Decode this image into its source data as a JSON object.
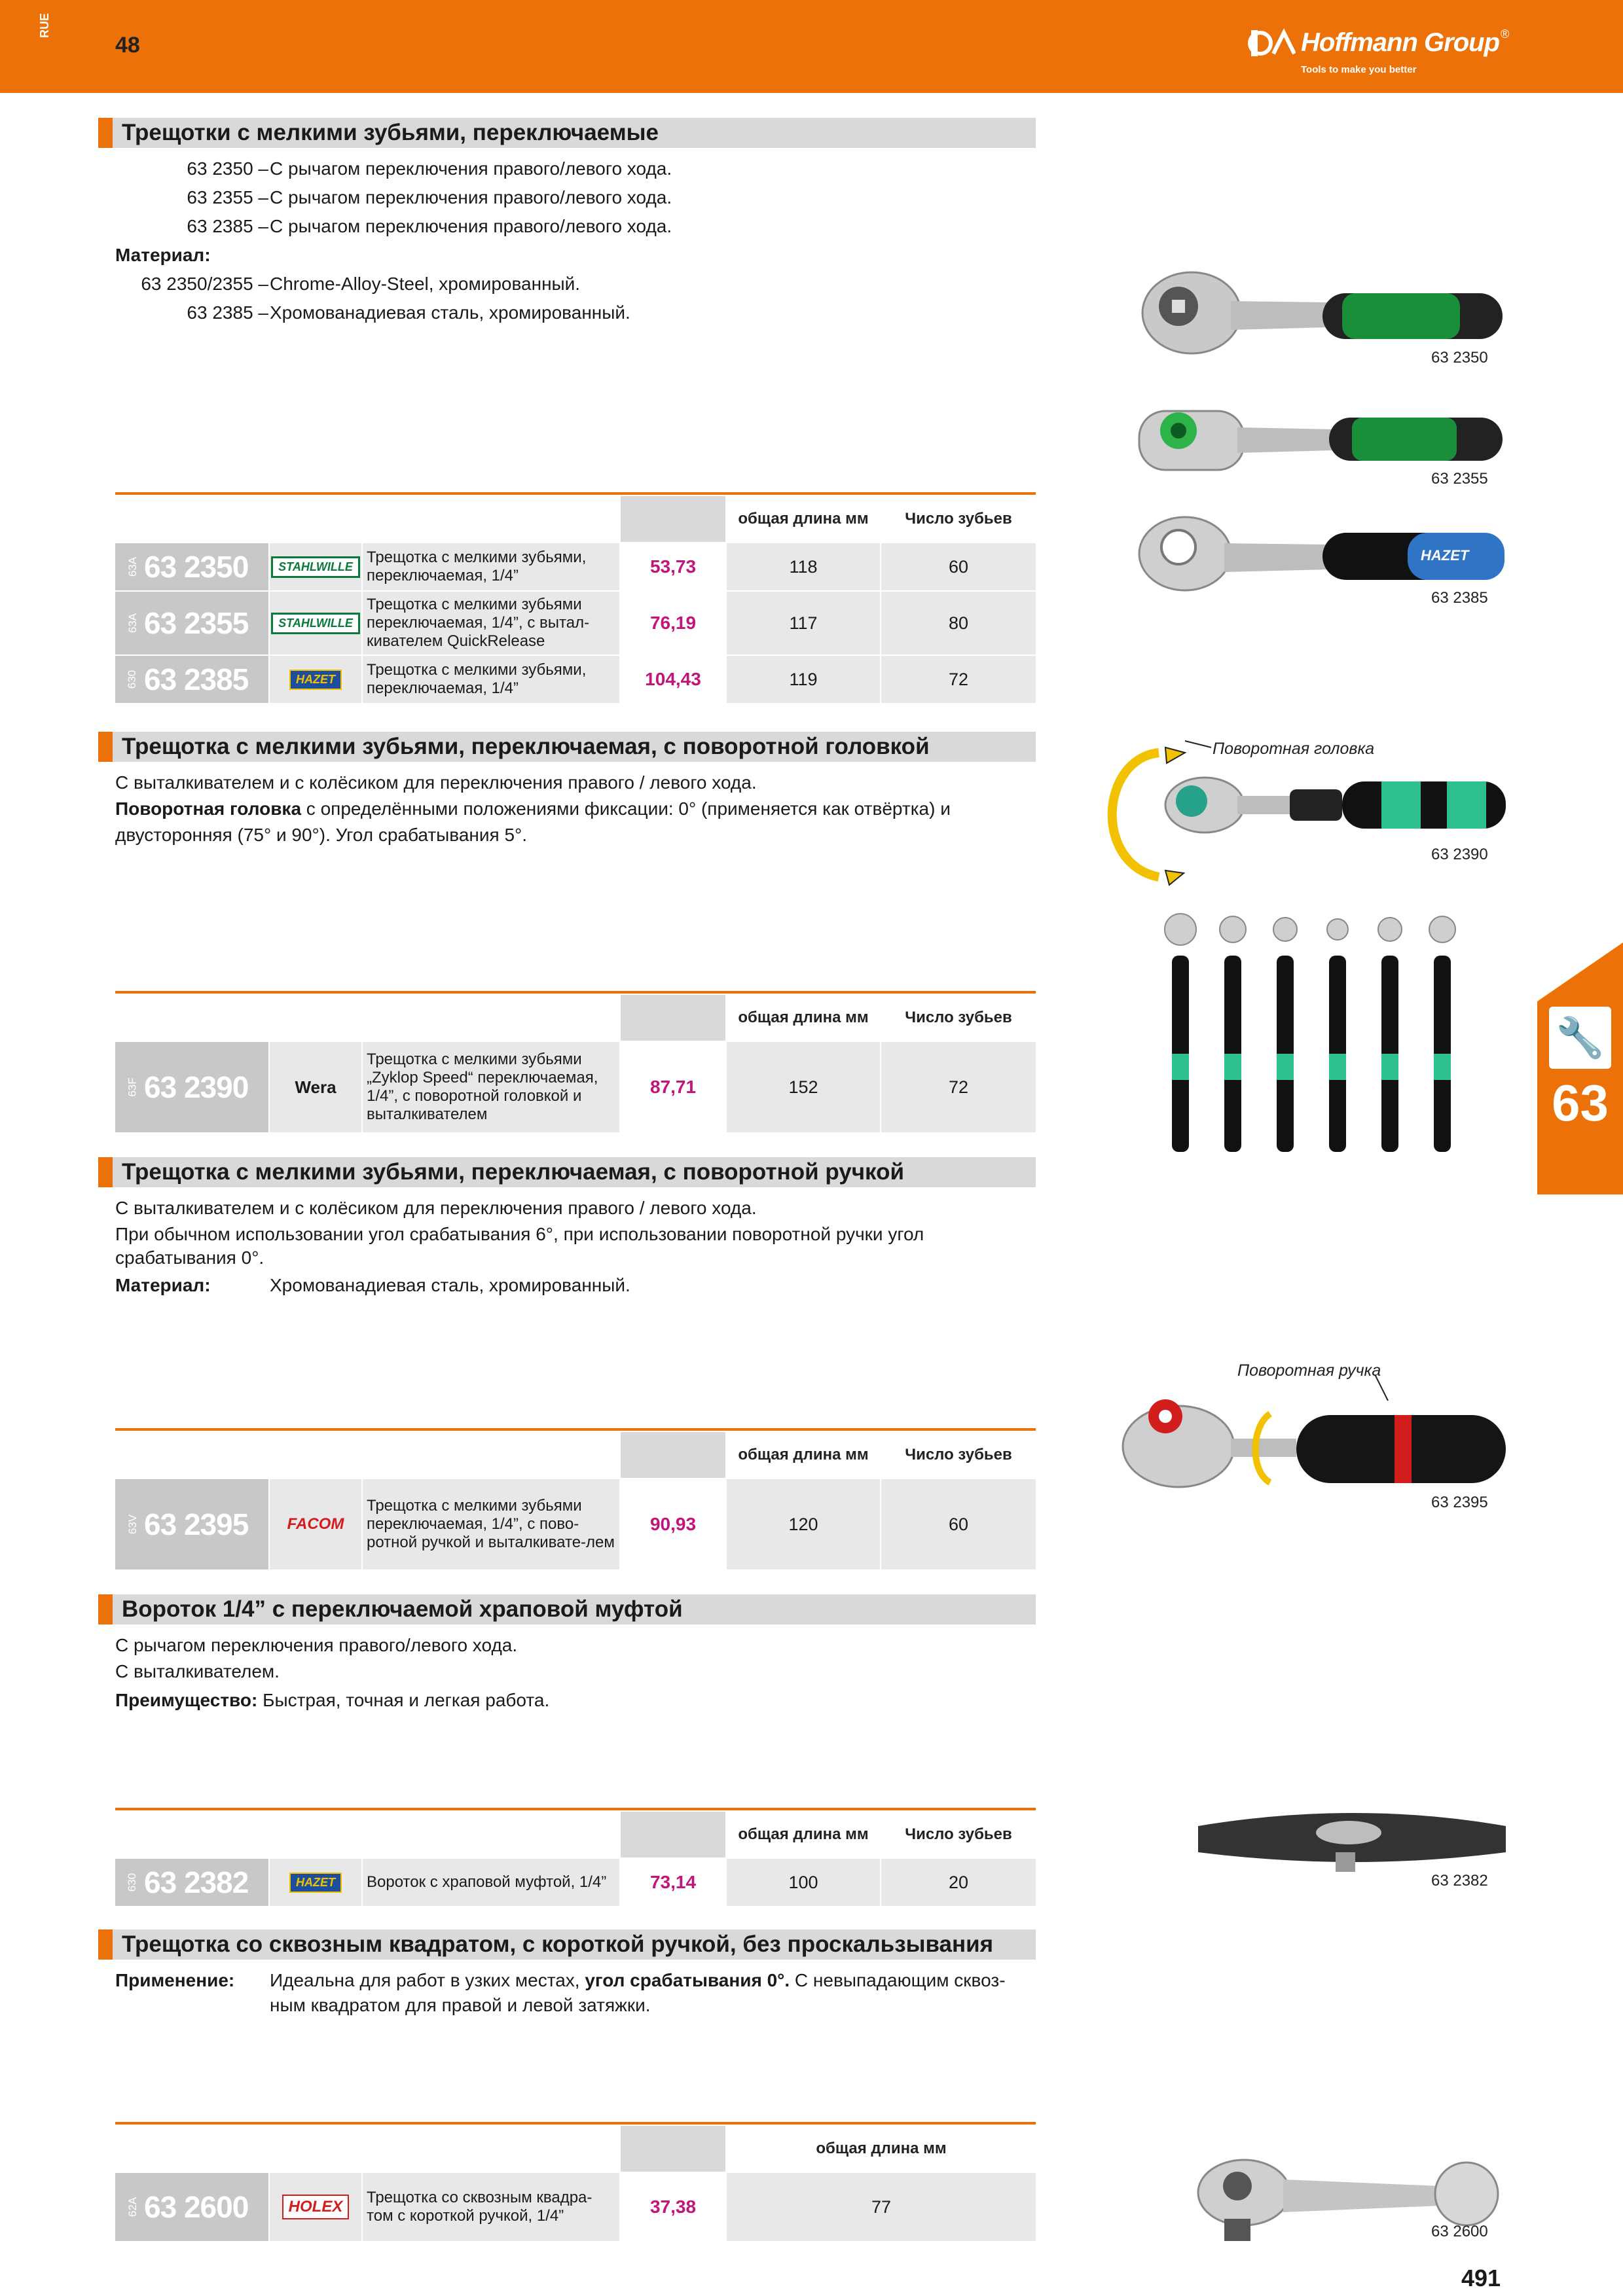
{
  "header": {
    "side_tag": "RUE",
    "page_left": "48",
    "logo_name": "Hoffmann Group",
    "logo_mark": "®",
    "logo_tagline": "Tools to make you better"
  },
  "sections": [
    {
      "title": "Трещотки с мелкими зубьями, переключаемые",
      "lines": [
        [
          "63 2350 –",
          "С рычагом переключения правого/левого хода."
        ],
        [
          "63 2355 –",
          "С рычагом переключения правого/левого хода."
        ],
        [
          "63 2385 –",
          "С рычагом переключения правого/левого хода."
        ]
      ],
      "material_label": "Материал:",
      "material_lines": [
        [
          "63 2350/2355 –",
          "Chrome-Alloy-Steel, хромированный."
        ],
        [
          "63 2385 –",
          "Хромованадиевая сталь, хромированный."
        ]
      ]
    },
    {
      "title": "Трещотка с мелкими зубьями, переключаемая, с поворотной головкой",
      "p1": "С выталкивателем и с колёсиком для переключения правого / левого хода.",
      "p2_bold": "Поворотная головка",
      "p2": " с определёнными положениями фиксации: 0° (применяется как отвёртка) и",
      "p3": "двусторонняя (75° и 90°). Угол срабатывания 5°."
    },
    {
      "title": "Трещотка с мелкими зубьями, переключаемая, с поворотной ручкой",
      "p1": "С выталкивателем и с колёсиком для переключения правого / левого хода.",
      "p2": "При обычном использовании угол срабатывания 6°, при использовании поворотной ручки угол",
      "p3": "срабатывания 0°.",
      "material_label": "Материал:",
      "material": "Хромованадиевая сталь, хромированный."
    },
    {
      "title": "Вороток 1/4” с переключаемой храповой муфтой",
      "p1": "С рычагом переключения правого/левого хода.",
      "p2": "С выталкивателем.",
      "adv_label": "Преимущество:",
      "adv": " Быстрая, точная и легкая работа."
    },
    {
      "title": "Трещотка со сквозным квадратом, с короткой ручкой, без проскальзывания",
      "use_label": "Применение:",
      "use_a": "Идеальна для работ в узких местах, ",
      "use_bold": "угол срабатывания 0°.",
      "use_b": " С невыпадающим сквоз-",
      "use_c": "ным квадратом для правой и левой затяжки."
    }
  ],
  "table_headers": {
    "length": "общая длина мм",
    "teeth": "Число зубьев"
  },
  "tables": [
    {
      "rows": [
        {
          "tag": "63A",
          "code": "63 2350",
          "brand": "STAHLWILLE",
          "desc": "Трещотка с мелкими зубьями, переключаемая, 1/4”",
          "price": "53,73",
          "length": "118",
          "teeth": "60"
        },
        {
          "tag": "63A",
          "code": "63 2355",
          "brand": "STAHLWILLE",
          "desc": "Трещотка с мелкими зубьями переключаемая, 1/4”, с вытал-кивателем QuickRelease",
          "price": "76,19",
          "length": "117",
          "teeth": "80"
        },
        {
          "tag": "630",
          "code": "63 2385",
          "brand": "HAZET",
          "desc": "Трещотка с мелкими зубьями, переключаемая, 1/4”",
          "price": "104,43",
          "length": "119",
          "teeth": "72"
        }
      ]
    },
    {
      "rows": [
        {
          "tag": "63F",
          "code": "63 2390",
          "brand": "Wera",
          "desc": "Трещотка с мелкими зубьями „Zyklop Speed“ переключаемая, 1/4”, с поворотной головкой и выталкивателем",
          "price": "87,71",
          "length": "152",
          "teeth": "72"
        }
      ]
    },
    {
      "rows": [
        {
          "tag": "63V",
          "code": "63 2395",
          "brand": "FACOM",
          "desc": "Трещотка с мелкими зубьями переключаемая, 1/4”, с пово-ротной ручкой и выталкивате-лем",
          "price": "90,93",
          "length": "120",
          "teeth": "60"
        }
      ]
    },
    {
      "rows": [
        {
          "tag": "630",
          "code": "63 2382",
          "brand": "HAZET",
          "desc": "Вороток с храповой муфтой, 1/4”",
          "price": "73,14",
          "length": "100",
          "teeth": "20"
        }
      ]
    },
    {
      "rows": [
        {
          "tag": "62A",
          "code": "63 2600",
          "brand": "HOLEX",
          "desc": "Трещотка со сквозным квадра-том с короткой ручкой, 1/4”",
          "price": "37,38",
          "length": "77"
        }
      ]
    }
  ],
  "images": {
    "cap1": "63 2350",
    "cap2": "63 2355",
    "cap3": "63 2385",
    "cap4": "63 2390",
    "cap5": "63 2395",
    "cap6": "63 2382",
    "cap7": "63 2600",
    "callout_head": "Поворотная головка",
    "callout_handle": "Поворотная ручка"
  },
  "side_tab": {
    "number": "63"
  },
  "page_right": "491"
}
